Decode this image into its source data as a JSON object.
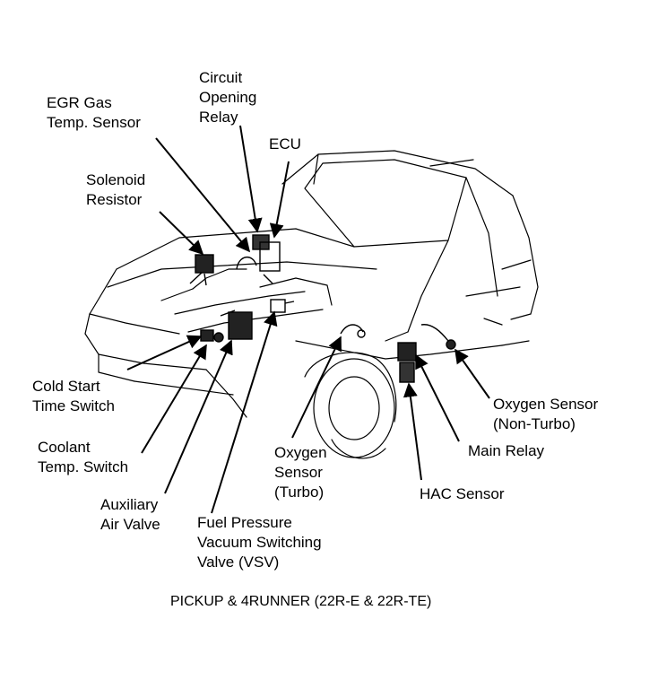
{
  "colors": {
    "ink": "#000000",
    "paper": "#ffffff"
  },
  "labels": {
    "circuit_opening_relay": [
      "Circuit",
      "Opening",
      "Relay"
    ],
    "egr_gas_temp_sensor": [
      "EGR Gas",
      "Temp. Sensor"
    ],
    "ecu": [
      "ECU"
    ],
    "solenoid_resistor": [
      "Solenoid",
      "Resistor"
    ],
    "cold_start_time_switch": [
      "Cold Start",
      "Time Switch"
    ],
    "coolant_temp_switch": [
      "Coolant",
      "Temp. Switch"
    ],
    "auxiliary_air_valve": [
      "Auxiliary",
      "Air Valve"
    ],
    "fuel_pressure_vsv": [
      "Fuel Pressure",
      "Vacuum Switching",
      "Valve (VSV)"
    ],
    "oxygen_sensor_turbo": [
      "Oxygen",
      "Sensor",
      "(Turbo)"
    ],
    "hac_sensor": [
      "HAC Sensor"
    ],
    "main_relay": [
      "Main Relay"
    ],
    "oxygen_sensor_non_turbo": [
      "Oxygen Sensor",
      "(Non-Turbo)"
    ]
  },
  "caption": "PICKUP & 4RUNNER (22R-E & 22R-TE)"
}
